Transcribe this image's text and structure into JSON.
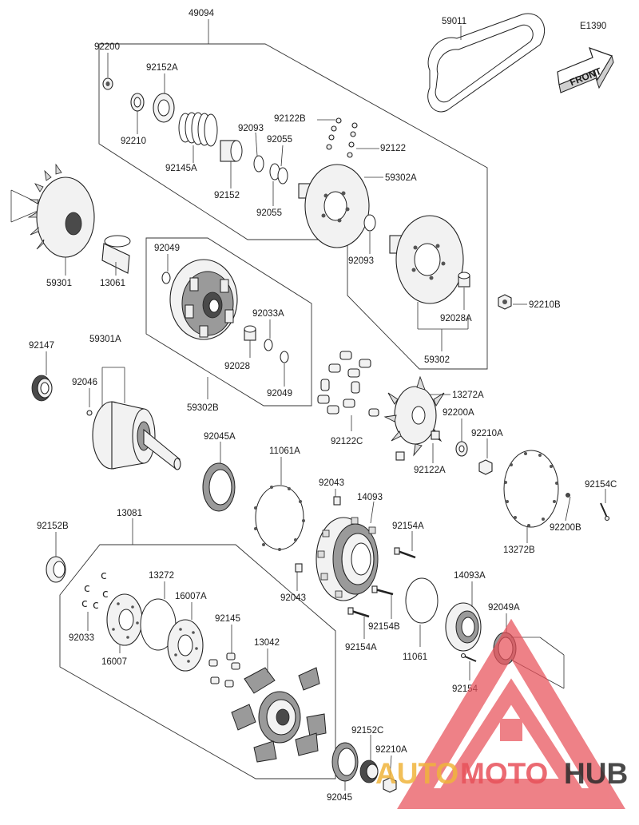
{
  "diagram_code": "E1390",
  "front_label": "FRONT",
  "callouts": [
    {
      "id": "49094",
      "text": "49094"
    },
    {
      "id": "59011",
      "text": "59011"
    },
    {
      "id": "92200",
      "text": "92200"
    },
    {
      "id": "92152A",
      "text": "92152A"
    },
    {
      "id": "92210",
      "text": "92210"
    },
    {
      "id": "92145A",
      "text": "92145A"
    },
    {
      "id": "92152",
      "text": "92152"
    },
    {
      "id": "92093-top",
      "text": "92093"
    },
    {
      "id": "92122B",
      "text": "92122B"
    },
    {
      "id": "92055-top",
      "text": "92055"
    },
    {
      "id": "92055-bottom",
      "text": "92055"
    },
    {
      "id": "92122",
      "text": "92122"
    },
    {
      "id": "59302A",
      "text": "59302A"
    },
    {
      "id": "92093-bottom",
      "text": "92093"
    },
    {
      "id": "59301",
      "text": "59301"
    },
    {
      "id": "13061",
      "text": "13061"
    },
    {
      "id": "92049-top",
      "text": "92049"
    },
    {
      "id": "92033A",
      "text": "92033A"
    },
    {
      "id": "92028",
      "text": "92028"
    },
    {
      "id": "92049-mid",
      "text": "92049"
    },
    {
      "id": "59302B",
      "text": "59302B"
    },
    {
      "id": "92210B",
      "text": "92210B"
    },
    {
      "id": "92028A",
      "text": "92028A"
    },
    {
      "id": "59302",
      "text": "59302"
    },
    {
      "id": "92147",
      "text": "92147"
    },
    {
      "id": "59301A",
      "text": "59301A"
    },
    {
      "id": "92046",
      "text": "92046"
    },
    {
      "id": "13272A",
      "text": "13272A"
    },
    {
      "id": "92200A",
      "text": "92200A"
    },
    {
      "id": "92210A-mid",
      "text": "92210A"
    },
    {
      "id": "92122C",
      "text": "92122C"
    },
    {
      "id": "92122A",
      "text": "92122A"
    },
    {
      "id": "92045A",
      "text": "92045A"
    },
    {
      "id": "11061A",
      "text": "11061A"
    },
    {
      "id": "92043-top",
      "text": "92043"
    },
    {
      "id": "14093",
      "text": "14093"
    },
    {
      "id": "92154C",
      "text": "92154C"
    },
    {
      "id": "92200B",
      "text": "92200B"
    },
    {
      "id": "13272B",
      "text": "13272B"
    },
    {
      "id": "92154A-top",
      "text": "92154A"
    },
    {
      "id": "92043-bottom",
      "text": "92043"
    },
    {
      "id": "13081",
      "text": "13081"
    },
    {
      "id": "92152B",
      "text": "92152B"
    },
    {
      "id": "13272",
      "text": "13272"
    },
    {
      "id": "16007A",
      "text": "16007A"
    },
    {
      "id": "92145",
      "text": "92145"
    },
    {
      "id": "13042",
      "text": "13042"
    },
    {
      "id": "92033",
      "text": "92033"
    },
    {
      "id": "16007",
      "text": "16007"
    },
    {
      "id": "14093A",
      "text": "14093A"
    },
    {
      "id": "92049A",
      "text": "92049A"
    },
    {
      "id": "92154B",
      "text": "92154B"
    },
    {
      "id": "92154A-bottom",
      "text": "92154A"
    },
    {
      "id": "11061",
      "text": "11061"
    },
    {
      "id": "92154",
      "text": "92154"
    },
    {
      "id": "92152C",
      "text": "92152C"
    },
    {
      "id": "92210A-bottom",
      "text": "92210A"
    },
    {
      "id": "92045",
      "text": "92045"
    }
  ],
  "watermark": {
    "part1": "AUTO",
    "part2": "MOTO",
    "part3": "HUB",
    "colors": {
      "primary": "#e8515a",
      "secondary": "#f0b43c",
      "dark": "#2a2a2a"
    }
  }
}
